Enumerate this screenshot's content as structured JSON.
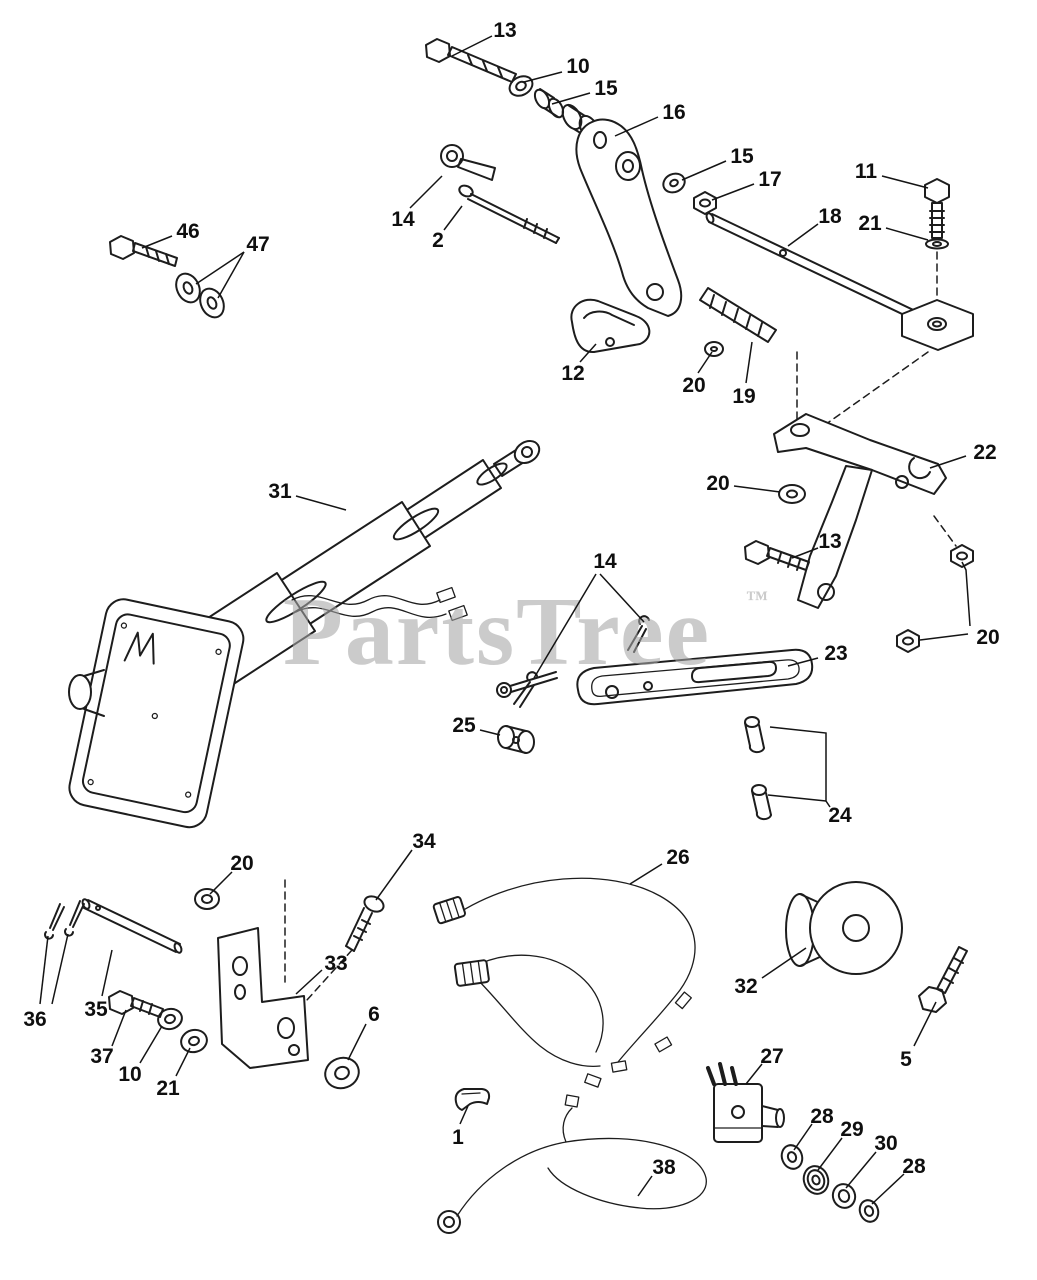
{
  "watermark": {
    "text": "PartsTree",
    "tm": "™",
    "color": "#a6a6a6"
  },
  "callouts": [
    {
      "label": "13"
    },
    {
      "label": "10"
    },
    {
      "label": "15"
    },
    {
      "label": "16"
    },
    {
      "label": "15"
    },
    {
      "label": "17"
    },
    {
      "label": "11"
    },
    {
      "label": "18"
    },
    {
      "label": "21"
    },
    {
      "label": "14"
    },
    {
      "label": "2"
    },
    {
      "label": "46"
    },
    {
      "label": "47"
    },
    {
      "label": "12"
    },
    {
      "label": "20"
    },
    {
      "label": "19"
    },
    {
      "label": "22"
    },
    {
      "label": "31"
    },
    {
      "label": "20"
    },
    {
      "label": "13"
    },
    {
      "label": "14"
    },
    {
      "label": "20"
    },
    {
      "label": "23"
    },
    {
      "label": "25"
    },
    {
      "label": "24"
    },
    {
      "label": "20"
    },
    {
      "label": "34"
    },
    {
      "label": "36"
    },
    {
      "label": "35"
    },
    {
      "label": "33"
    },
    {
      "label": "37"
    },
    {
      "label": "10"
    },
    {
      "label": "21"
    },
    {
      "label": "6"
    },
    {
      "label": "26"
    },
    {
      "label": "32"
    },
    {
      "label": "5"
    },
    {
      "label": "1"
    },
    {
      "label": "27"
    },
    {
      "label": "28"
    },
    {
      "label": "29"
    },
    {
      "label": "30"
    },
    {
      "label": "28"
    },
    {
      "label": "38"
    }
  ]
}
